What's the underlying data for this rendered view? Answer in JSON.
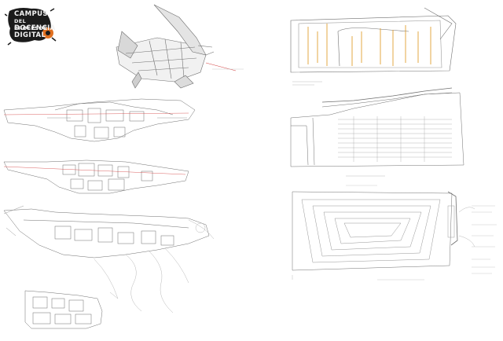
{
  "logo": {
    "lines": [
      "CAMPUS",
      "DEL PROFESOR",
      "DOCENCIA",
      "DIGITAL"
    ],
    "badge_color": "#e07020"
  },
  "colors": {
    "line": "#6f6f6f",
    "light_line": "#b9b9b9",
    "accent_red": "#d23a3a",
    "accent_orange": "#e0a030"
  }
}
